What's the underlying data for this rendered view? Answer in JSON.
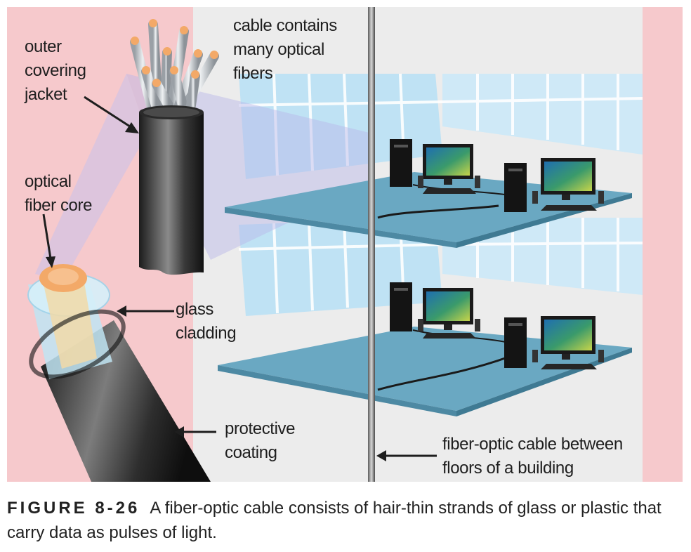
{
  "labels": {
    "outer_jacket": "outer\ncovering\njacket",
    "cable_contains": "cable contains\nmany optical\nfibers",
    "fiber_core": "optical\nfiber core",
    "glass_cladding": "glass\ncladding",
    "protective_coating": "protective\ncoating",
    "between_floors": "fiber-optic cable between\nfloors of a building"
  },
  "caption": {
    "figure_number": "FIGURE 8-26",
    "text": "A fiber-optic cable consists of hair-thin strands of glass or plastic that carry data as pulses of light."
  },
  "colors": {
    "background": "#f6c9cc",
    "floor": "#6aa8c2",
    "jacket": "#2b2b2b",
    "core": "#f3a968",
    "window": "#bfe2f4"
  }
}
